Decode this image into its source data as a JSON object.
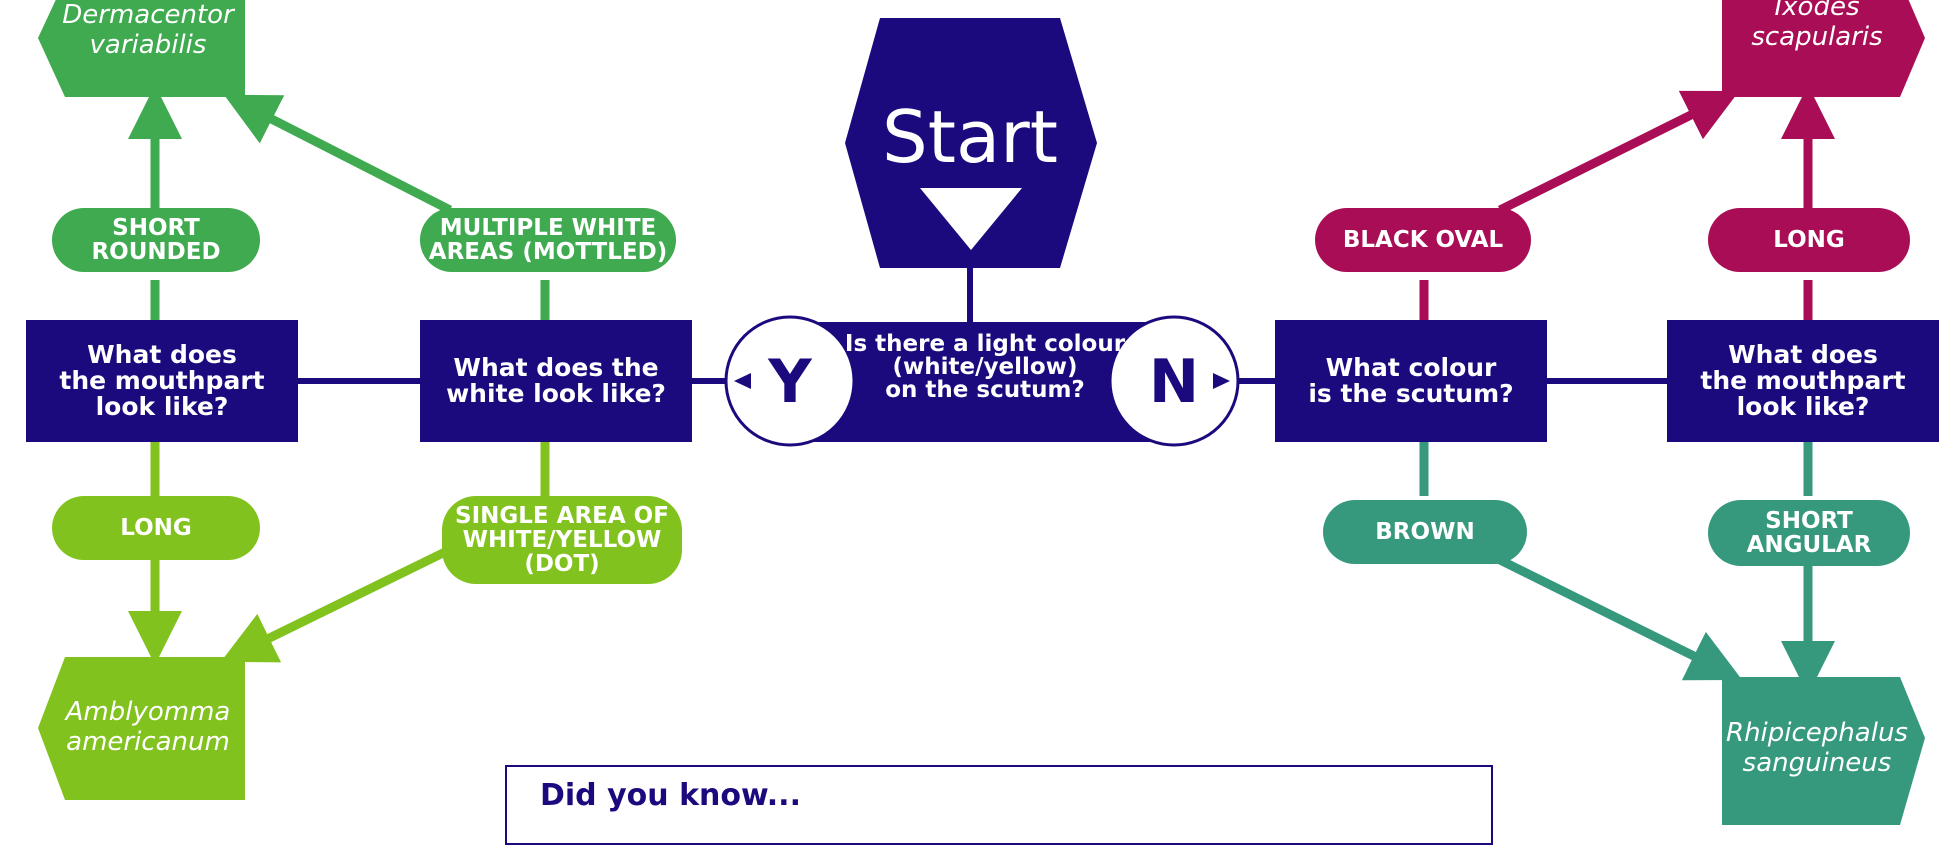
{
  "colors": {
    "navy": "#1a0a7e",
    "dark_green": "#3faa4f",
    "light_green": "#82c21f",
    "magenta": "#a90d55",
    "teal": "#36997d"
  },
  "start": {
    "label": "Start"
  },
  "center_question": {
    "text": "Is there a light colour\n(white/yellow)\non the scutum?",
    "yes_label": "Y",
    "no_label": "N"
  },
  "questions": {
    "mouthpart_left": "What does\nthe mouthpart\nlook like?",
    "white_look": "What does the\nwhite look like?",
    "scutum_colour": "What colour\nis the scutum?",
    "mouthpart_right": "What does\nthe mouthpart\nlook like?"
  },
  "answers": {
    "short_rounded": "SHORT\nROUNDED",
    "multiple_white": "MULTIPLE WHITE\nAREAS (MOTTLED)",
    "long_left": "LONG",
    "single_area": "SINGLE AREA OF\nWHITE/YELLOW\n(DOT)",
    "black_oval": "BLACK OVAL",
    "long_right": "LONG",
    "brown": "BROWN",
    "short_angular": "SHORT\nANGULAR"
  },
  "species": {
    "dermacentor": "Dermacentor\nvariabilis",
    "amblyomma": "Amblyomma\namericanum",
    "ixodes": "Ixodes\nscapularis",
    "rhipicephalus": "Rhipicephalus\nsanguineus"
  },
  "info": {
    "title": "Did you know..."
  }
}
